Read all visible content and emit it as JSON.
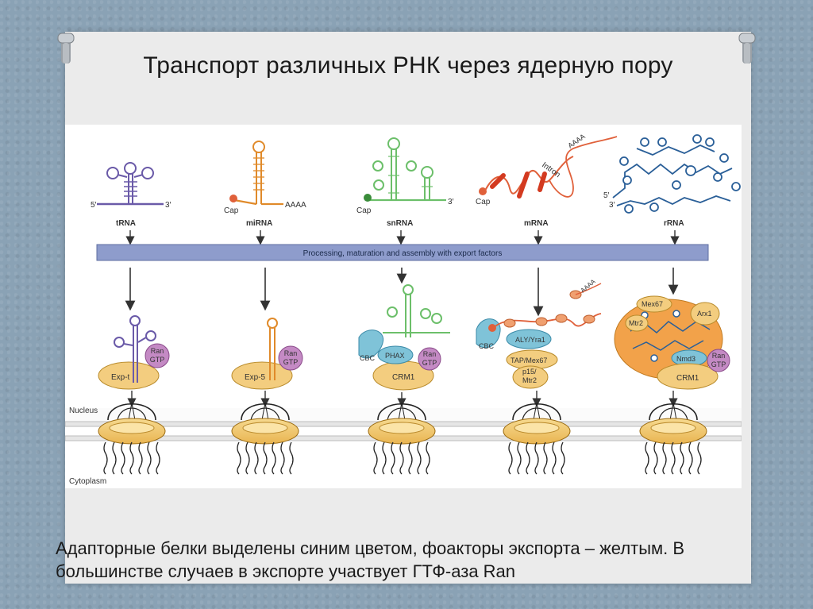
{
  "slide": {
    "title": "Транспорт различных РНК через ядерную пору",
    "caption": "Адапторные белки выделены синим цветом, фоакторы экспорта – желтым. В большинстве случаев в экспорте участвует ГТФ-аза Ran"
  },
  "diagram": {
    "rna_types": [
      {
        "name": "tRNA",
        "end5": "5′",
        "end3": "3′"
      },
      {
        "name": "miRNA",
        "cap": "Cap",
        "tail": "AAAA"
      },
      {
        "name": "snRNA",
        "cap": "Cap",
        "end3": "3′"
      },
      {
        "name": "mRNA",
        "cap": "Cap",
        "intron": "Intron",
        "tail": "AAAA"
      },
      {
        "name": "rRNA",
        "end5": "5′",
        "end3": "3′"
      }
    ],
    "processing_bar": "Processing, maturation and assembly with export factors",
    "complexes": {
      "trna": {
        "exporter": "Exp-t",
        "ran": "Ran",
        "gtp": "GTP"
      },
      "mirna": {
        "exporter": "Exp-5",
        "ran": "Ran",
        "gtp": "GTP"
      },
      "snrna": {
        "cbc": "CBC",
        "adaptor": "PHAX",
        "exporter": "CRM1",
        "ran": "Ran",
        "gtp": "GTP"
      },
      "mrna": {
        "cbc": "CBC",
        "adaptor": "ALY/Yra1",
        "exporter1": "TAP/Mex67",
        "exporter2": "p15/",
        "exporter3": "Mtr2",
        "tail": "AAAA"
      },
      "rrna": {
        "f1": "Mex67",
        "f2": "Mtr2",
        "f3": "Arx1",
        "adaptor": "Nmd3",
        "exporter": "CRM1",
        "ran": "Ran",
        "gtp": "GTP"
      }
    },
    "compartments": {
      "nucleus": "Nucleus",
      "cytoplasm": "Cytoplasm"
    },
    "colors": {
      "trna": "#6a5aa8",
      "mirna": "#e08a2a",
      "snrna": "#6cbf6a",
      "mrna": "#e0603a",
      "rrna": "#2a5f98",
      "factor_yellow": "#f3cd7f",
      "adaptor_blue": "#7fc3d8",
      "ran_purple": "#c48ac4",
      "bar": "#8e9ccc"
    }
  }
}
